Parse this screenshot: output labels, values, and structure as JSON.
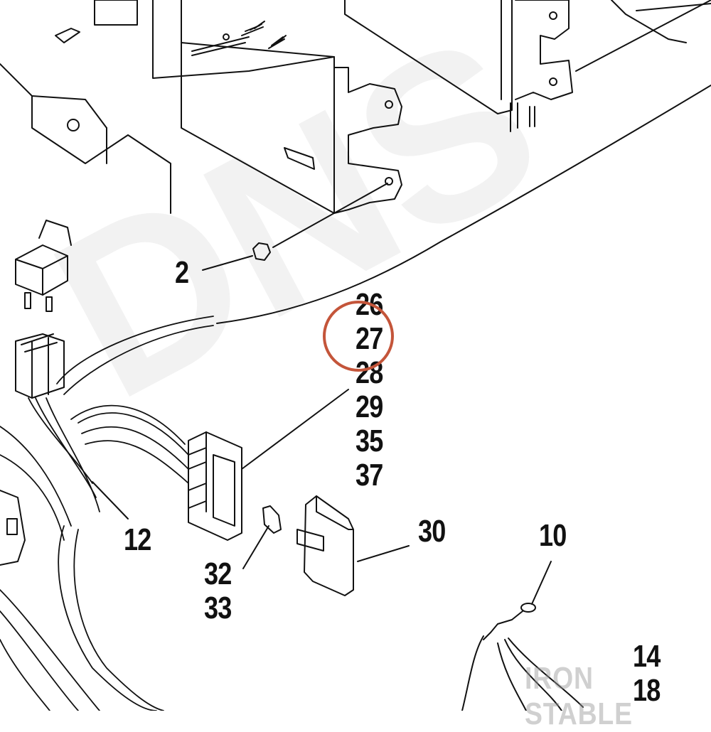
{
  "background_watermark": "DNS",
  "callouts": {
    "c2": "2",
    "c10": "10",
    "c12": "12",
    "c30": "30",
    "stack_main": [
      "26",
      "27",
      "28",
      "29",
      "35",
      "37"
    ],
    "stack_32": [
      "32",
      "33"
    ],
    "stack_14": [
      "14",
      "18"
    ]
  },
  "highlighted_callout": "27",
  "highlight_color": "#c4553a",
  "watermark": "IRON STABLE"
}
